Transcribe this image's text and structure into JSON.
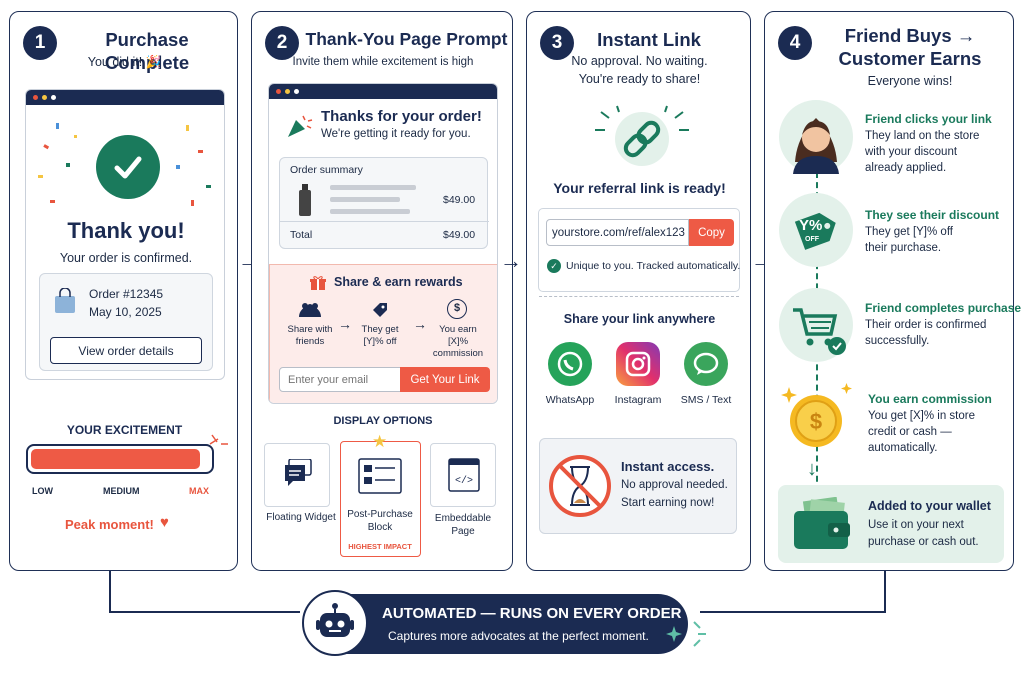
{
  "steps": [
    {
      "num": "1",
      "title": "Purchase Complete",
      "subtitle": "You did it! 🎉"
    },
    {
      "num": "2",
      "title": "Thank-You Page Prompt",
      "subtitle": "Invite them while excitement is high"
    },
    {
      "num": "3",
      "title": "Instant Link",
      "subtitle1": "No approval. No waiting.",
      "subtitle2": "You're ready to share!"
    },
    {
      "num": "4",
      "title1": "Friend Buys →",
      "title2": "Customer Earns",
      "subtitle": "Everyone wins!"
    }
  ],
  "panel1": {
    "thank_you": "Thank you!",
    "confirmed": "Your order is confirmed.",
    "order_number": "Order #12345",
    "order_date": "May 10, 2025",
    "view_details": "View order details",
    "excitement_title": "YOUR EXCITEMENT",
    "excitement_level": 0.95,
    "low": "LOW",
    "medium": "MEDIUM",
    "max": "MAX",
    "peak": "Peak moment!"
  },
  "panel2": {
    "thanks_title": "Thanks for your order!",
    "thanks_sub": "We're getting it ready for you.",
    "summary_title": "Order summary",
    "item_price": "$49.00",
    "total_label": "Total",
    "total_value": "$49.00",
    "share_title": "Share & earn rewards",
    "step1": "Share with friends",
    "step2": "They get [Y]% off",
    "step3": "You earn [X]% commission",
    "email_placeholder": "Enter your email",
    "get_link": "Get Your Link",
    "display_title": "DISPLAY OPTIONS",
    "opt1": "Floating Widget",
    "opt2": "Post-Purchase Block",
    "opt2_badge": "HIGHEST IMPACT",
    "opt3": "Embeddable Page"
  },
  "panel3": {
    "ready": "Your referral link is ready!",
    "link": "yourstore.com/ref/alex123",
    "copy": "Copy",
    "unique": "Unique to you. Tracked automatically.",
    "share_anywhere": "Share your link anywhere",
    "whatsapp": "WhatsApp",
    "instagram": "Instagram",
    "sms": "SMS / Text",
    "instant_title": "Instant access.",
    "instant_1": "No approval needed.",
    "instant_2": "Start earning now!"
  },
  "panel4": {
    "s1_title": "Friend clicks your link",
    "s1_l1": "They land on the store",
    "s1_l2": "with your discount",
    "s1_l3": "already applied.",
    "s2_title": "They see their discount",
    "s2_l1": "They get [Y]% off",
    "s2_l2": "their purchase.",
    "tag_text": "Y%",
    "tag_off": "OFF",
    "s3_title": "Friend completes purchase",
    "s3_l1": "Their order is confirmed",
    "s3_l2": "successfully.",
    "s4_title": "You earn commission",
    "s4_l1": "You get [X]% in store",
    "s4_l2": "credit or cash —",
    "s4_l3": "automatically.",
    "s5_title": "Added to your wallet",
    "s5_l1": "Use it on your next",
    "s5_l2": "purchase or cash out."
  },
  "footer": {
    "title": "AUTOMATED — RUNS ON EVERY ORDER",
    "subtitle": "Captures more advocates at the perfect moment."
  },
  "colors": {
    "navy": "#1b2b52",
    "green": "#1a7a5c",
    "orange": "#e8553e",
    "light_green": "#e3f1ea"
  }
}
